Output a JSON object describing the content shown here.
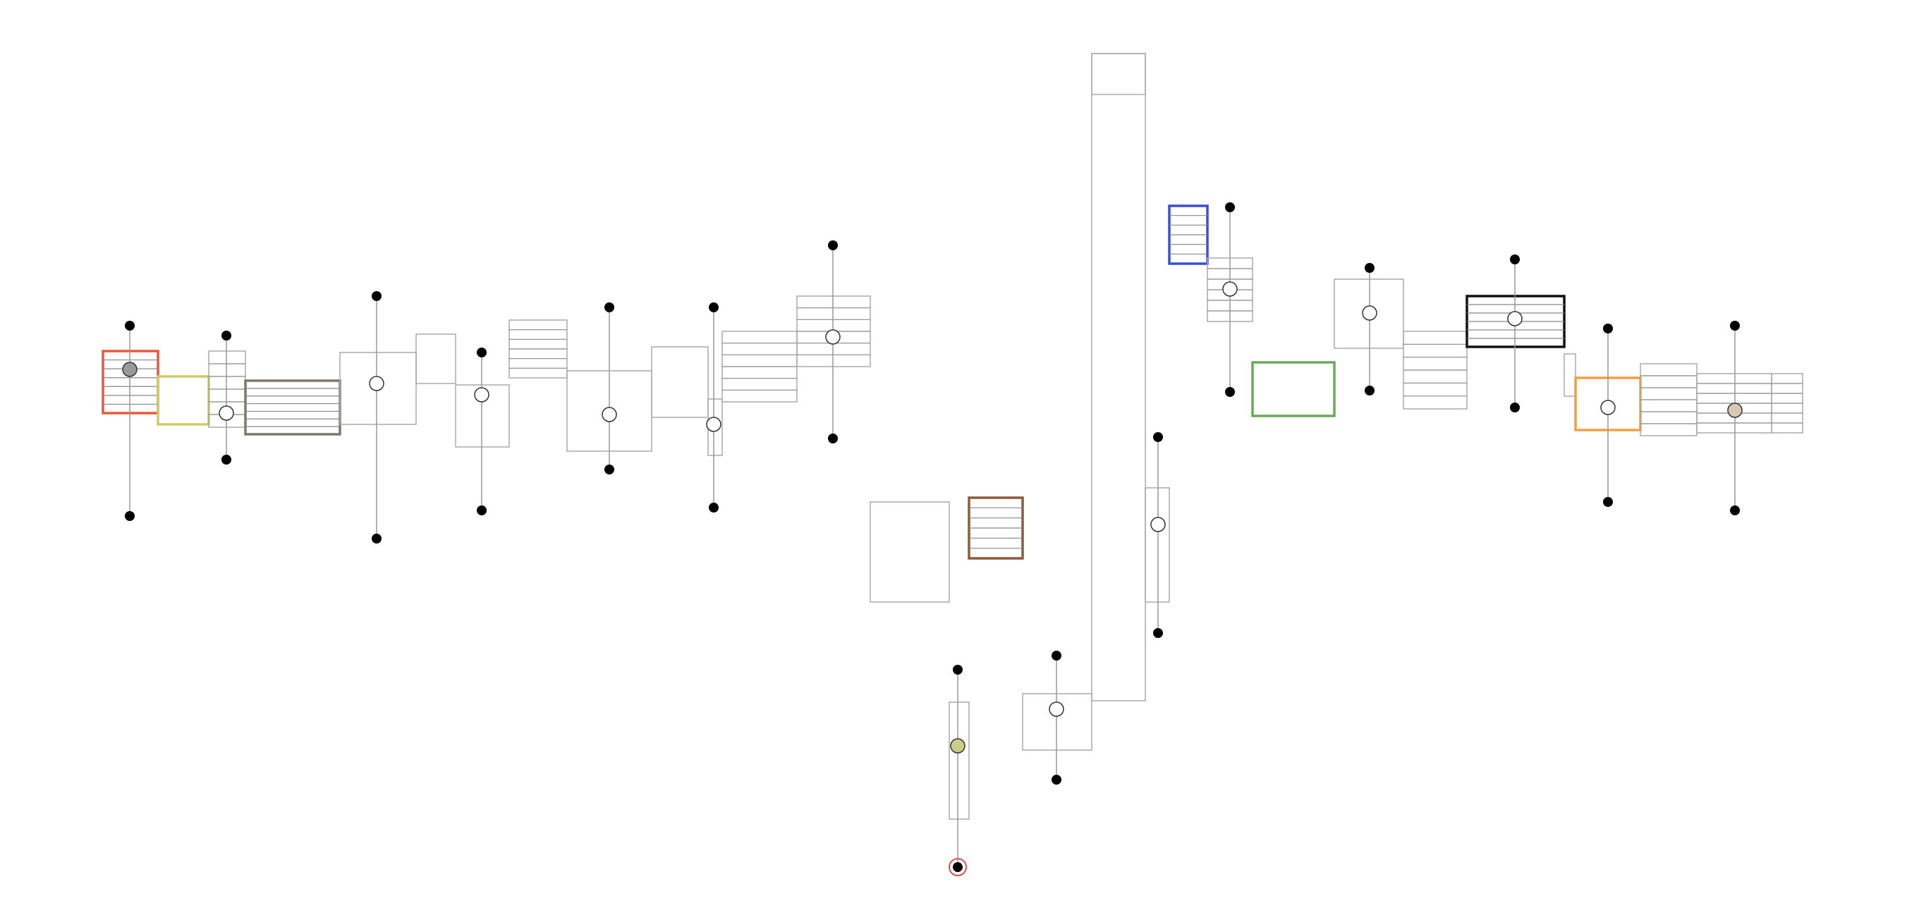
{
  "diagram": {
    "colors": {
      "background": "#ffffff",
      "grid_box": "#aaaaaa",
      "stripe": "#888888",
      "whisker": "#999999",
      "endpoint": "#000000",
      "marker_fill": "#ffffff",
      "marker_stroke": "#333333"
    },
    "blocks": [
      {
        "id": "b01",
        "accent": "#e8593c",
        "stripes": 6
      },
      {
        "id": "b02",
        "accent": "#cccc66",
        "stripes": 0
      },
      {
        "id": "b03",
        "accent": "",
        "stripes": 5
      },
      {
        "id": "b04",
        "accent": "#7a7a6a",
        "stripes": 6
      },
      {
        "id": "b05",
        "accent": "",
        "stripes": 0
      },
      {
        "id": "b06",
        "accent": "",
        "stripes": 0
      },
      {
        "id": "b07",
        "accent": "",
        "stripes": 0
      },
      {
        "id": "b08",
        "accent": "",
        "stripes": 5
      },
      {
        "id": "b09",
        "accent": "",
        "stripes": 0
      },
      {
        "id": "b10",
        "accent": "",
        "stripes": 0
      },
      {
        "id": "b11",
        "accent": "",
        "stripes": 0
      },
      {
        "id": "b12",
        "accent": "",
        "stripes": 5
      },
      {
        "id": "b13",
        "accent": "",
        "stripes": 5
      },
      {
        "id": "b14",
        "accent": "",
        "stripes": 0
      },
      {
        "id": "b15",
        "accent": "",
        "stripes": 0
      },
      {
        "id": "b16",
        "accent": "#8b5a3c",
        "stripes": 5
      },
      {
        "id": "b17",
        "accent": "",
        "stripes": 0
      },
      {
        "id": "b18",
        "accent": "",
        "stripes": 0
      },
      {
        "id": "b19",
        "accent": "",
        "stripes": 0
      },
      {
        "id": "b20",
        "accent": "#3a4fd0",
        "stripes": 5
      },
      {
        "id": "b21",
        "accent": "",
        "stripes": 5
      },
      {
        "id": "b22",
        "accent": "#6aaa5a",
        "stripes": 0
      },
      {
        "id": "b23",
        "accent": "",
        "stripes": 0
      },
      {
        "id": "b24",
        "accent": "",
        "stripes": 5
      },
      {
        "id": "b25",
        "accent": "#111111",
        "stripes": 5
      },
      {
        "id": "b26",
        "accent": "",
        "stripes": 0
      },
      {
        "id": "b27",
        "accent": "#f0a040",
        "stripes": 0
      },
      {
        "id": "b28",
        "accent": "",
        "stripes": 5
      },
      {
        "id": "b29",
        "accent": "",
        "stripes": 5
      },
      {
        "id": "b30",
        "accent": "",
        "stripes": 5
      }
    ],
    "markers": [
      {
        "id": "m01",
        "fill": "#999999"
      },
      {
        "id": "m02",
        "fill": "#ffffff"
      },
      {
        "id": "m03",
        "fill": "#ffffff"
      },
      {
        "id": "m04",
        "fill": "#ffffff"
      },
      {
        "id": "m05",
        "fill": "#ffffff"
      },
      {
        "id": "m06",
        "fill": "#ffffff"
      },
      {
        "id": "m07",
        "fill": "#ffffff"
      },
      {
        "id": "m08",
        "fill": "#cccc88"
      },
      {
        "id": "m09",
        "fill": "#ffffff"
      },
      {
        "id": "m10",
        "fill": "#ffffff"
      },
      {
        "id": "m11",
        "fill": "#ffffff"
      },
      {
        "id": "m12",
        "fill": "#ffffff"
      },
      {
        "id": "m13",
        "fill": "#ffffff"
      },
      {
        "id": "m14",
        "fill": "#ffffff"
      },
      {
        "id": "m15",
        "fill": "#d8c8b8"
      }
    ],
    "bottom_marker": {
      "ring_color": "#e05050"
    }
  }
}
